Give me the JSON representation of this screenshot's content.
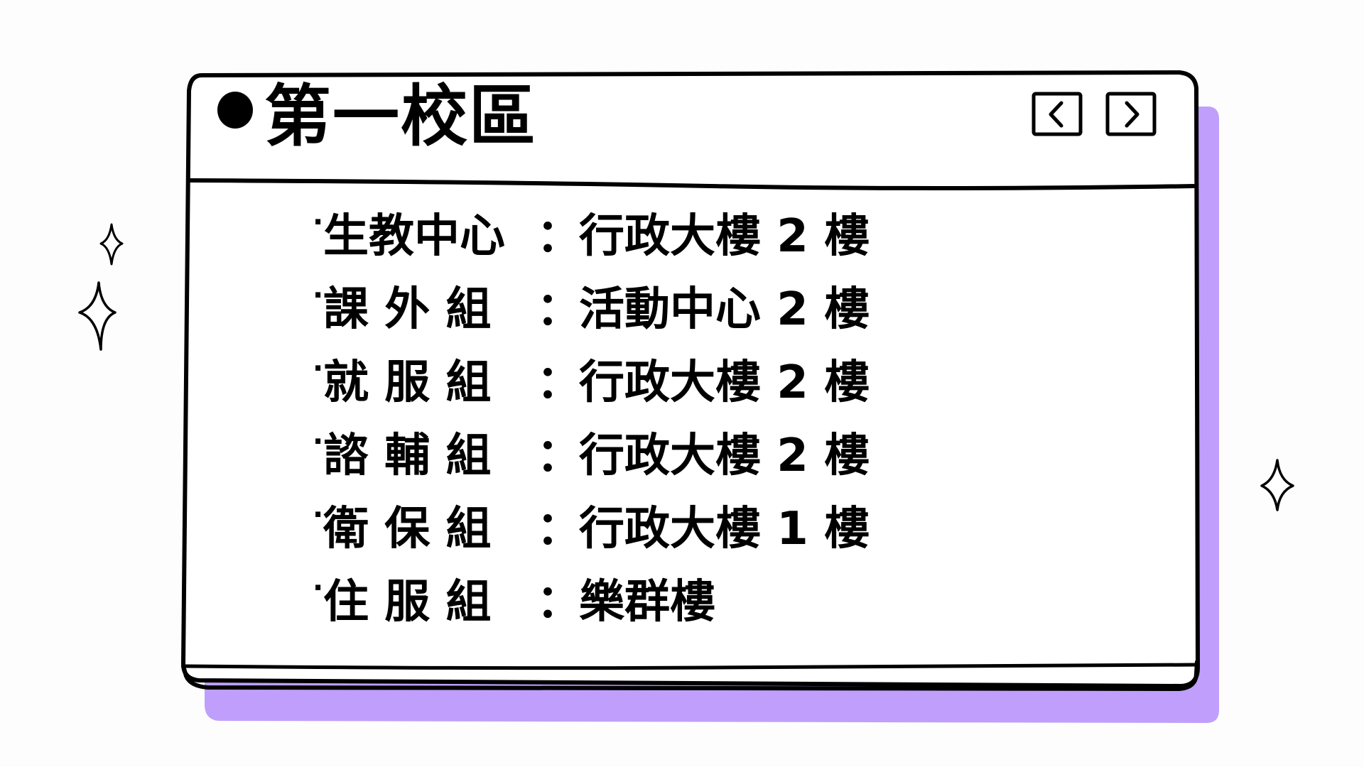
{
  "window": {
    "title": "第一校區",
    "nav_prev_icon": "chevron-left-icon",
    "nav_next_icon": "chevron-right-icon"
  },
  "offices": [
    {
      "bullet": "·",
      "name": "生教中心",
      "separator": "：",
      "location": "行政大樓 2 樓"
    },
    {
      "bullet": "·",
      "name": "課 外 組",
      "separator": "：",
      "location": "活動中心 2 樓"
    },
    {
      "bullet": "·",
      "name": "就 服 組",
      "separator": "：",
      "location": "行政大樓 2 樓"
    },
    {
      "bullet": "·",
      "name": "諮 輔 組",
      "separator": "：",
      "location": "行政大樓 2 樓"
    },
    {
      "bullet": "·",
      "name": "衛 保 組",
      "separator": "：",
      "location": "行政大樓 1 樓"
    },
    {
      "bullet": "·",
      "name": "住 服 組",
      "separator": "：",
      "location": "樂群樓"
    }
  ],
  "colors": {
    "shadow": "#bf9ffb",
    "outline": "#000000",
    "window_fill": "#ffffff",
    "background": "#fdfdfd"
  }
}
